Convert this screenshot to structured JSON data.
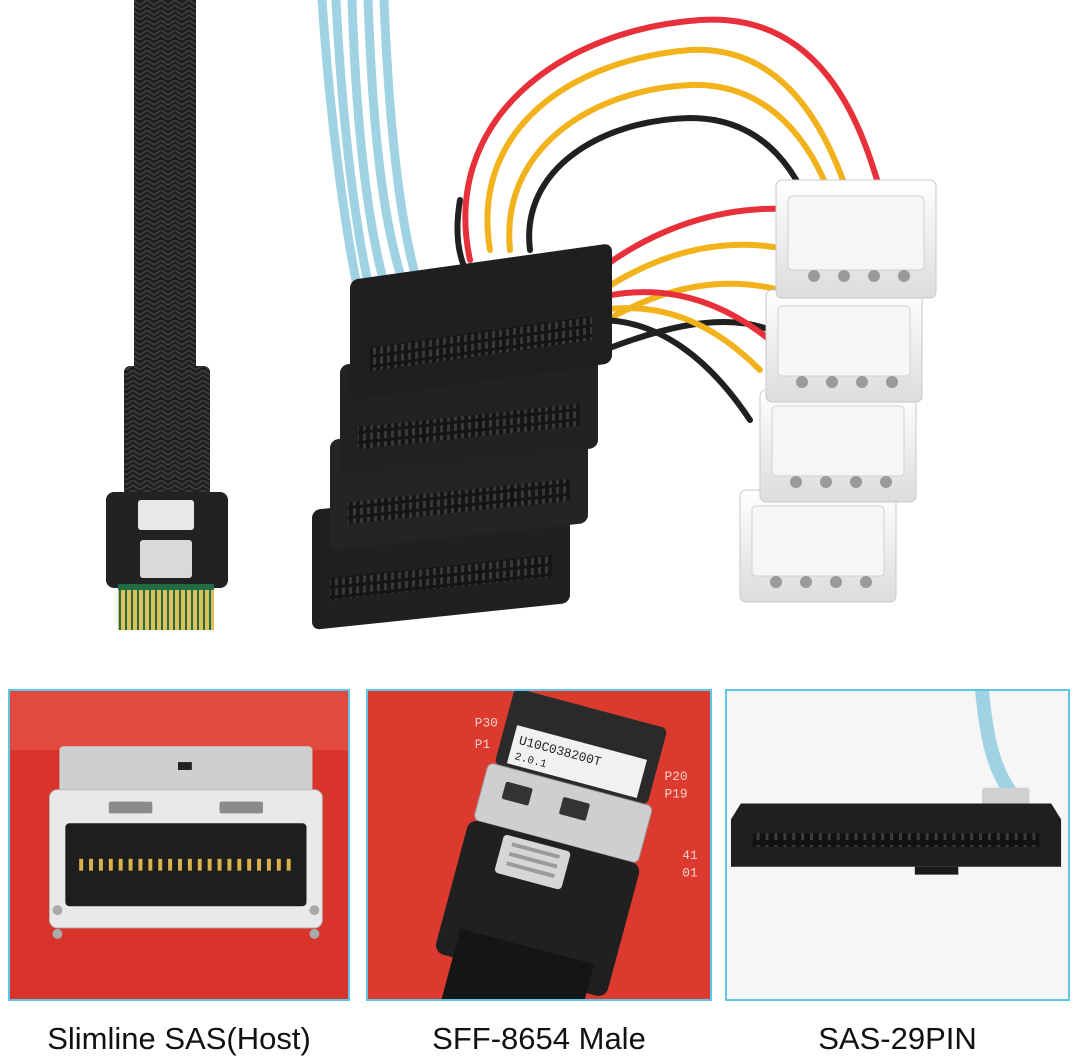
{
  "captions": {
    "panel_1": "Slimline SAS(Host)",
    "panel_2": "SFF-8654 Male",
    "panel_3": "SAS-29PIN"
  },
  "printed_text": {
    "pcb_labels_top": [
      "P30",
      "P1"
    ],
    "pcb_labels_right": [
      "P20",
      "P19"
    ],
    "pcb_labels_side": [
      "41",
      "01"
    ],
    "connector_label_line_1": "U10C038200T",
    "connector_label_line_2": "2.0.1"
  },
  "colors": {
    "background": "#ffffff",
    "panel_border": "#5fc6e6",
    "pcb_red": "#d8342c",
    "braid_black": "#1e1e1e",
    "sata_cable_blue": "#9fd3e3",
    "wire_red": "#e8303a",
    "wire_yellow": "#f2b21c",
    "wire_black": "#202020",
    "molex_white": "#f1f1f1",
    "gold_contacts": "#d9b24c"
  }
}
